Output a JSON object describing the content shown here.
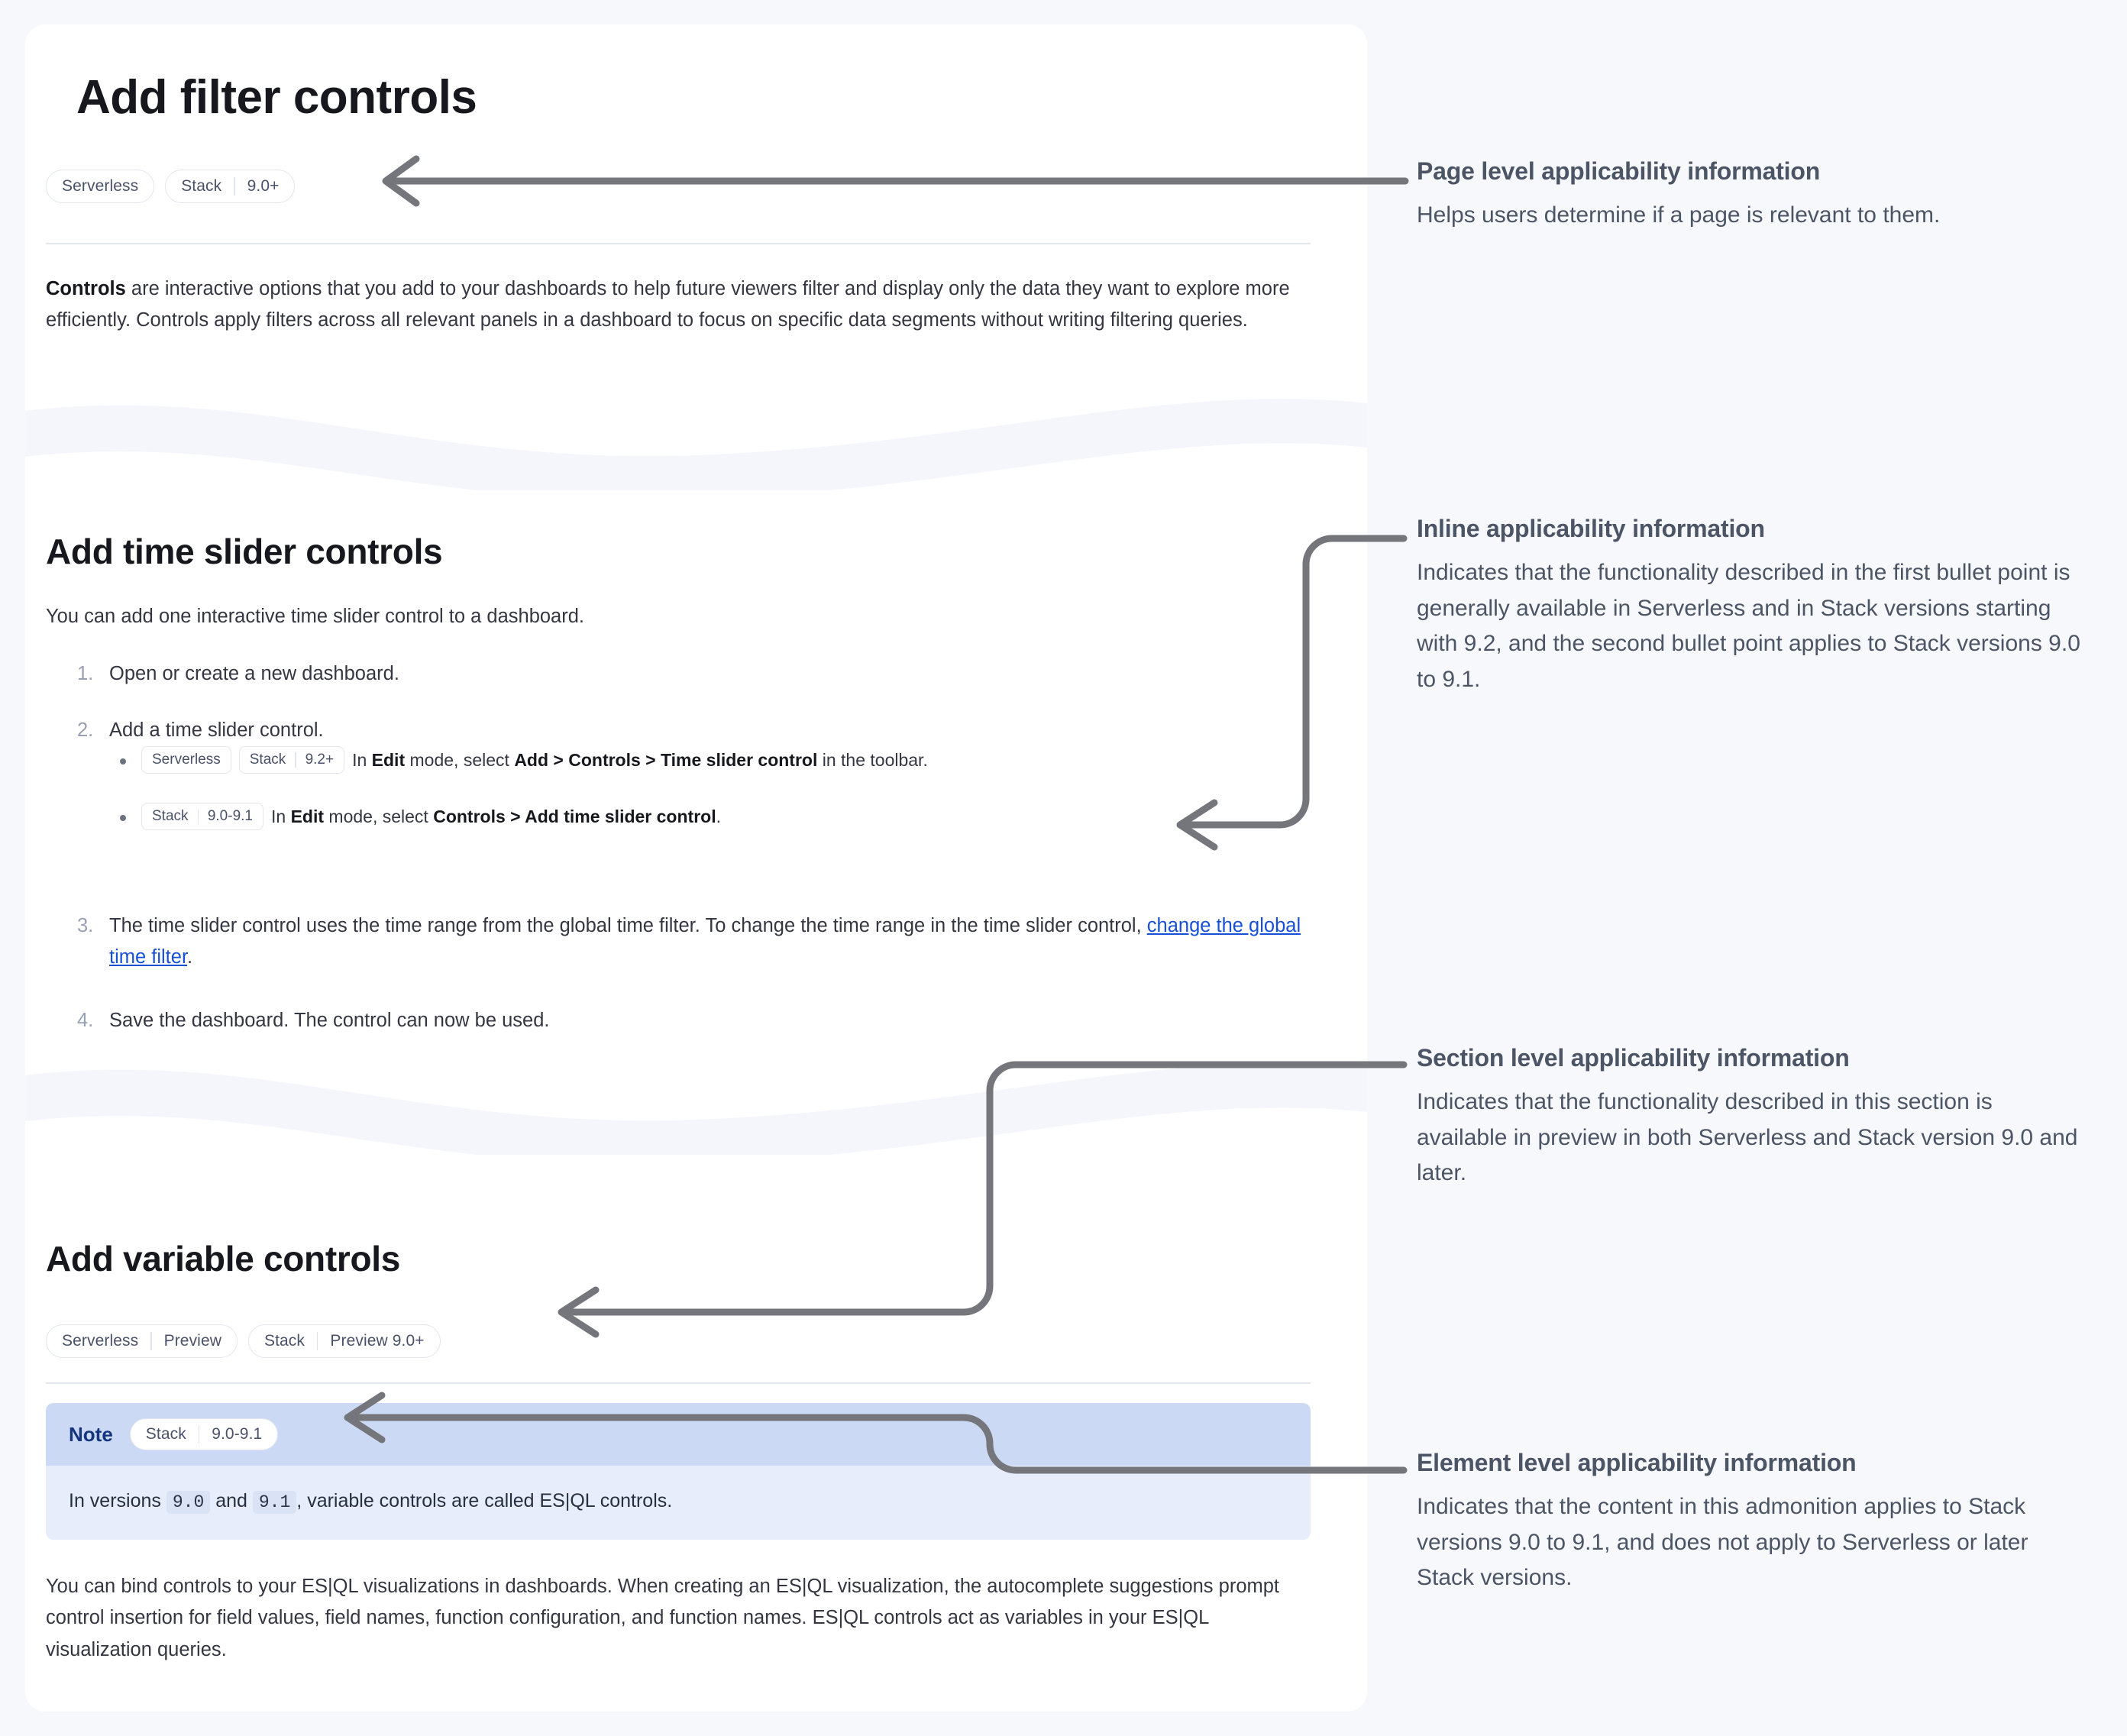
{
  "page": {
    "title": "Add filter controls",
    "applicability": [
      {
        "segments": [
          "Serverless"
        ]
      },
      {
        "segments": [
          "Stack",
          "9.0+"
        ]
      }
    ],
    "intro": {
      "lead": "Controls",
      "rest": " are interactive options that you add to your dashboards to help future viewers filter and display only the data they want to explore more efficiently. Controls apply filters across all relevant panels in a dashboard to focus on specific data segments without writing filtering queries."
    }
  },
  "section_time_slider": {
    "heading": "Add time slider controls",
    "intro": "You can add one interactive time slider control to a dashboard.",
    "steps": [
      {
        "num": "1.",
        "text": "Open or create a new dashboard."
      },
      {
        "num": "2.",
        "text": "Add a time slider control."
      },
      {
        "num": "3.",
        "text_a": "The time slider control uses the time range from the global time filter. To change the time range in the time slider control, ",
        "link": "change the global time filter",
        "text_b": "."
      },
      {
        "num": "4.",
        "text": "Save the dashboard. The control can now be used."
      }
    ],
    "bullets": [
      {
        "badges": [
          {
            "segments": [
              "Serverless"
            ]
          },
          {
            "segments": [
              "Stack",
              "9.2+"
            ]
          }
        ],
        "parts": [
          {
            "t": "In ",
            "b": false
          },
          {
            "t": "Edit",
            "b": true
          },
          {
            "t": " mode, select ",
            "b": false
          },
          {
            "t": "Add > Controls > Time slider control",
            "b": true
          },
          {
            "t": " in the toolbar.",
            "b": false
          }
        ]
      },
      {
        "badges": [
          {
            "segments": [
              "Stack",
              "9.0-9.1"
            ]
          }
        ],
        "parts": [
          {
            "t": "In ",
            "b": false
          },
          {
            "t": "Edit",
            "b": true
          },
          {
            "t": " mode, select ",
            "b": false
          },
          {
            "t": "Controls > Add time slider control",
            "b": true
          },
          {
            "t": ".",
            "b": false
          }
        ]
      }
    ]
  },
  "section_variable": {
    "heading": "Add variable controls",
    "applicability": [
      {
        "segments": [
          "Serverless",
          "Preview"
        ]
      },
      {
        "segments": [
          "Stack",
          "Preview 9.0+"
        ]
      }
    ],
    "note": {
      "label": "Note",
      "badge": {
        "segments": [
          "Stack",
          "9.0-9.1"
        ]
      },
      "text_a": "In versions ",
      "code_1": "9.0",
      "text_b": " and ",
      "code_2": "9.1",
      "text_c": ", variable controls are called ES|QL controls."
    },
    "paragraph": "You can bind controls to your ES|QL visualizations in dashboards. When creating an ES|QL visualization, the autocomplete suggestions prompt control insertion for field values, field names, function configuration, and function names. ES|QL controls act as variables in your ES|QL visualization queries."
  },
  "annotations": [
    {
      "title": "Page level applicability information",
      "body": "Helps users determine if a page is relevant to them."
    },
    {
      "title": "Inline applicability information",
      "body": "Indicates that the functionality described in the first bullet point is generally available in Serverless and in Stack versions starting with 9.2, and the second bullet point applies to Stack versions 9.0 to 9.1."
    },
    {
      "title": "Section level applicability information",
      "body": "Indicates that the functionality described in this section is available in preview in both Serverless and Stack version 9.0 and later."
    },
    {
      "title": "Element level applicability information",
      "body": "Indicates that the content in this admonition applies to Stack versions 9.0 to 9.1, and does not apply to Serverless or later Stack versions."
    }
  ],
  "colors": {
    "page_background": "#f7f8fc",
    "card_background": "#ffffff",
    "wave_fill": "#f4f6fc",
    "badge_border": "#e2e5f0",
    "badge_text": "#4a5269",
    "link": "#1750d6",
    "note_header_bg": "#ccd9f5",
    "note_body_bg": "#e7edfb",
    "note_label": "#15357f",
    "connector": "#74767b",
    "annotation_text": "#4b5565",
    "heading": "#16181d",
    "body_text": "#343741"
  }
}
